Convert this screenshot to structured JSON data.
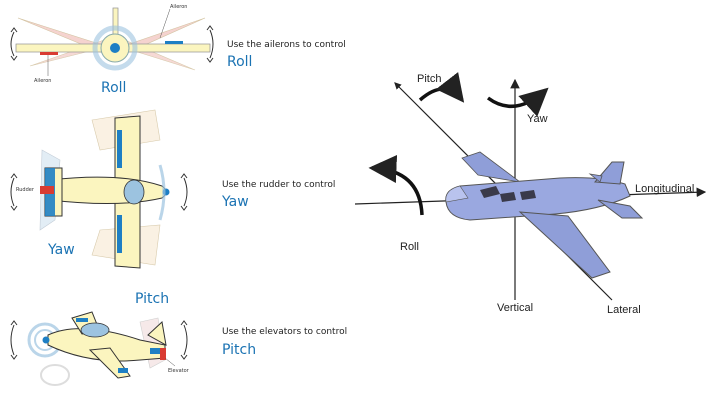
{
  "roll_panel": {
    "caption": "Use the ailerons to control",
    "word": "Roll",
    "label": "Roll",
    "part_top": "Aileron",
    "part_left": "Aileron"
  },
  "yaw_panel": {
    "caption": "Use the rudder to control",
    "word": "Yaw",
    "label": "Yaw",
    "part": "Rudder"
  },
  "pitch_panel": {
    "caption": "Use the elevators to control",
    "word": "Pitch",
    "label": "Pitch",
    "part": "Elevator"
  },
  "axes_diagram": {
    "pitch": "Pitch",
    "yaw": "Yaw",
    "roll": "Roll",
    "longitudinal": "Longitudinal",
    "vertical": "Vertical",
    "lateral": "Lateral"
  },
  "colors": {
    "plane_fill": "#fbf5bf",
    "control_surface": "#1e7fc4",
    "accent_red": "#d93b32",
    "ghost_red": "#e8a5a0",
    "ghost_blue": "#9cc3e0",
    "label_blue": "#1b73b3",
    "right_plane": "#8f9ed8"
  }
}
